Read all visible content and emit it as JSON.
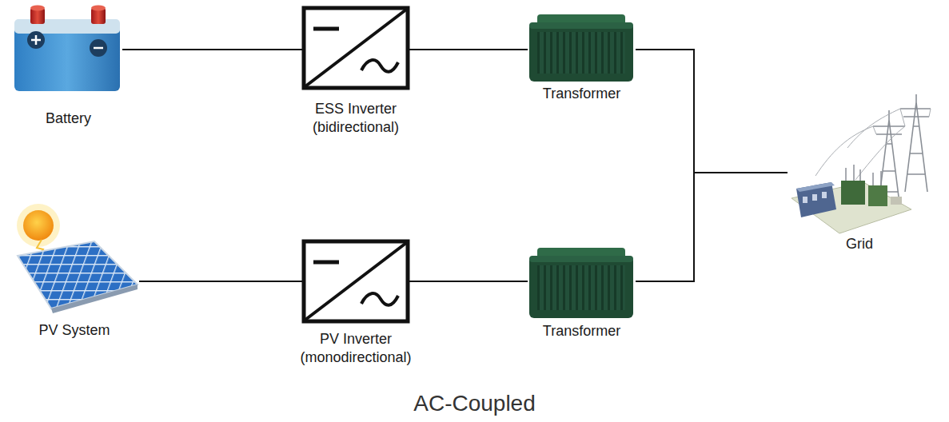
{
  "diagram": {
    "caption": "AC-Coupled",
    "nodes": [
      {
        "text": [
          "Battery"
        ]
      },
      {
        "text": [
          "ESS Inverter (bidirectional)"
        ]
      },
      {
        "text": [
          "Transformer"
        ]
      },
      {
        "text": [
          "PV System"
        ]
      },
      {
        "text": [
          "PV Inverter (monodirectional)"
        ]
      },
      {
        "text": [
          "Transformer"
        ]
      },
      {
        "text": [
          "Grid"
        ]
      }
    ],
    "edges": [
      {
        "from": 0,
        "to": 1,
        "arrow": "none"
      },
      {
        "from": 1,
        "to": 2,
        "arrow": "none"
      },
      {
        "from": 3,
        "to": 4,
        "arrow": "none"
      },
      {
        "from": 4,
        "to": 5,
        "arrow": "none"
      },
      {
        "from": 2,
        "to": 6,
        "arrow": "none"
      },
      {
        "from": 5,
        "to": 6,
        "arrow": "none"
      }
    ]
  }
}
